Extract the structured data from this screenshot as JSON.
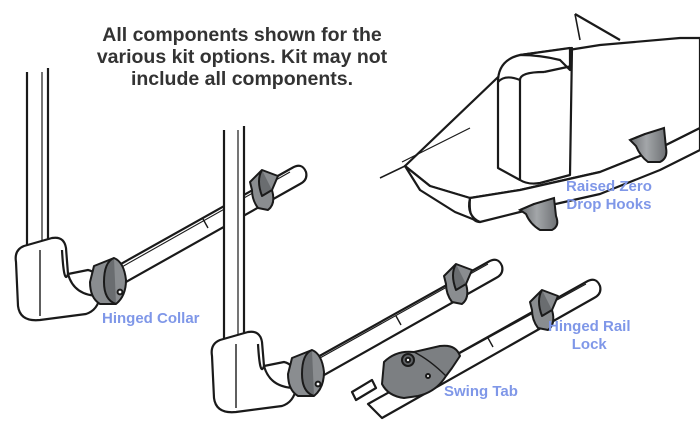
{
  "note": {
    "lines": [
      "All components shown for the",
      "various kit options.  Kit may not",
      "include all components."
    ]
  },
  "labels": {
    "raised_hooks": [
      "Raised Zero",
      "Drop Hooks"
    ],
    "hinged_collar": "Hinged Collar",
    "hinged_rail_lock": [
      "Hinged Rail",
      "Lock"
    ],
    "swing_tab": "Swing Tab"
  },
  "colors": {
    "label_blue": "#7f97e8",
    "note_text": "#333333",
    "part_gray": "#8a8d90",
    "part_dark": "#6a6d70",
    "outline": "#1a1a1a"
  }
}
